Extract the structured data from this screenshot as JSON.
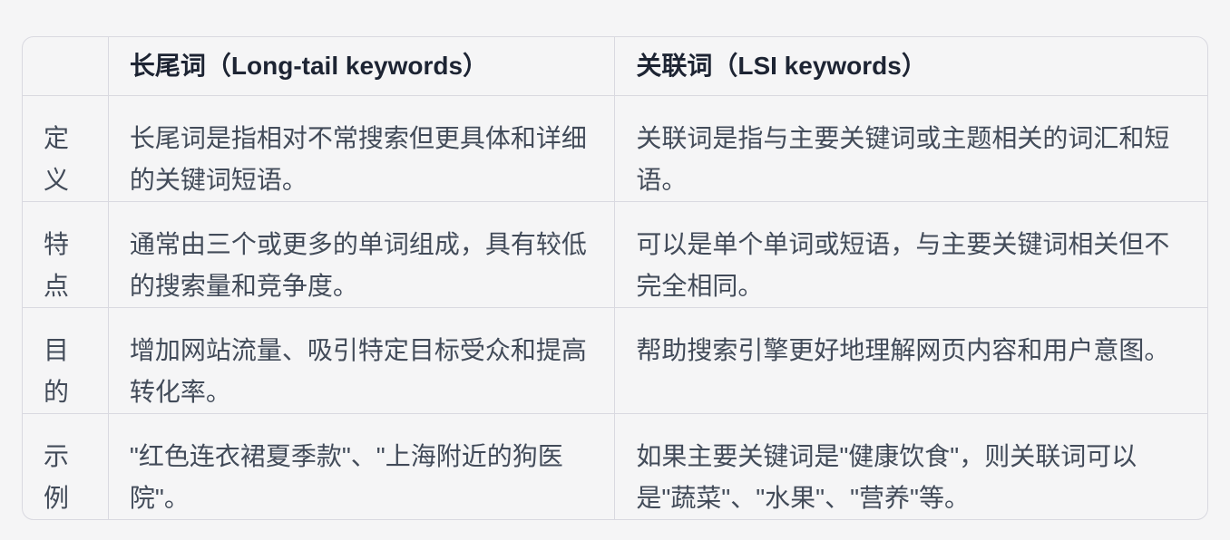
{
  "table": {
    "title": "keyword-comparison",
    "columns": {
      "corner": "",
      "longtail": "长尾词（Long-tail keywords）",
      "lsi": "关联词（LSI keywords）"
    },
    "rows": [
      {
        "label": "定义",
        "longtail": "长尾词是指相对不常搜索但更具体和详细的关键词短语。",
        "lsi": "关联词是指与主要关键词或主题相关的词汇和短语。"
      },
      {
        "label": "特点",
        "longtail": "通常由三个或更多的单词组成，具有较低的搜索量和竞争度。",
        "lsi": "可以是单个单词或短语，与主要关键词相关但不完全相同。"
      },
      {
        "label": "目的",
        "longtail": "增加网站流量、吸引特定目标受众和提高转化率。",
        "lsi": "帮助搜索引擎更好地理解网页内容和用户意图。"
      },
      {
        "label": "示例",
        "longtail": "\"红色连衣裙夏季款\"、\"上海附近的狗医院\"。",
        "lsi": "如果主要关键词是\"健康饮食\"，则关联词可以是\"蔬菜\"、\"水果\"、\"营养\"等。"
      }
    ],
    "colors": {
      "page_background": "#f5f5f6",
      "border": "#d9d9e0",
      "header_text": "#1d2433",
      "body_text": "#424b59"
    }
  }
}
